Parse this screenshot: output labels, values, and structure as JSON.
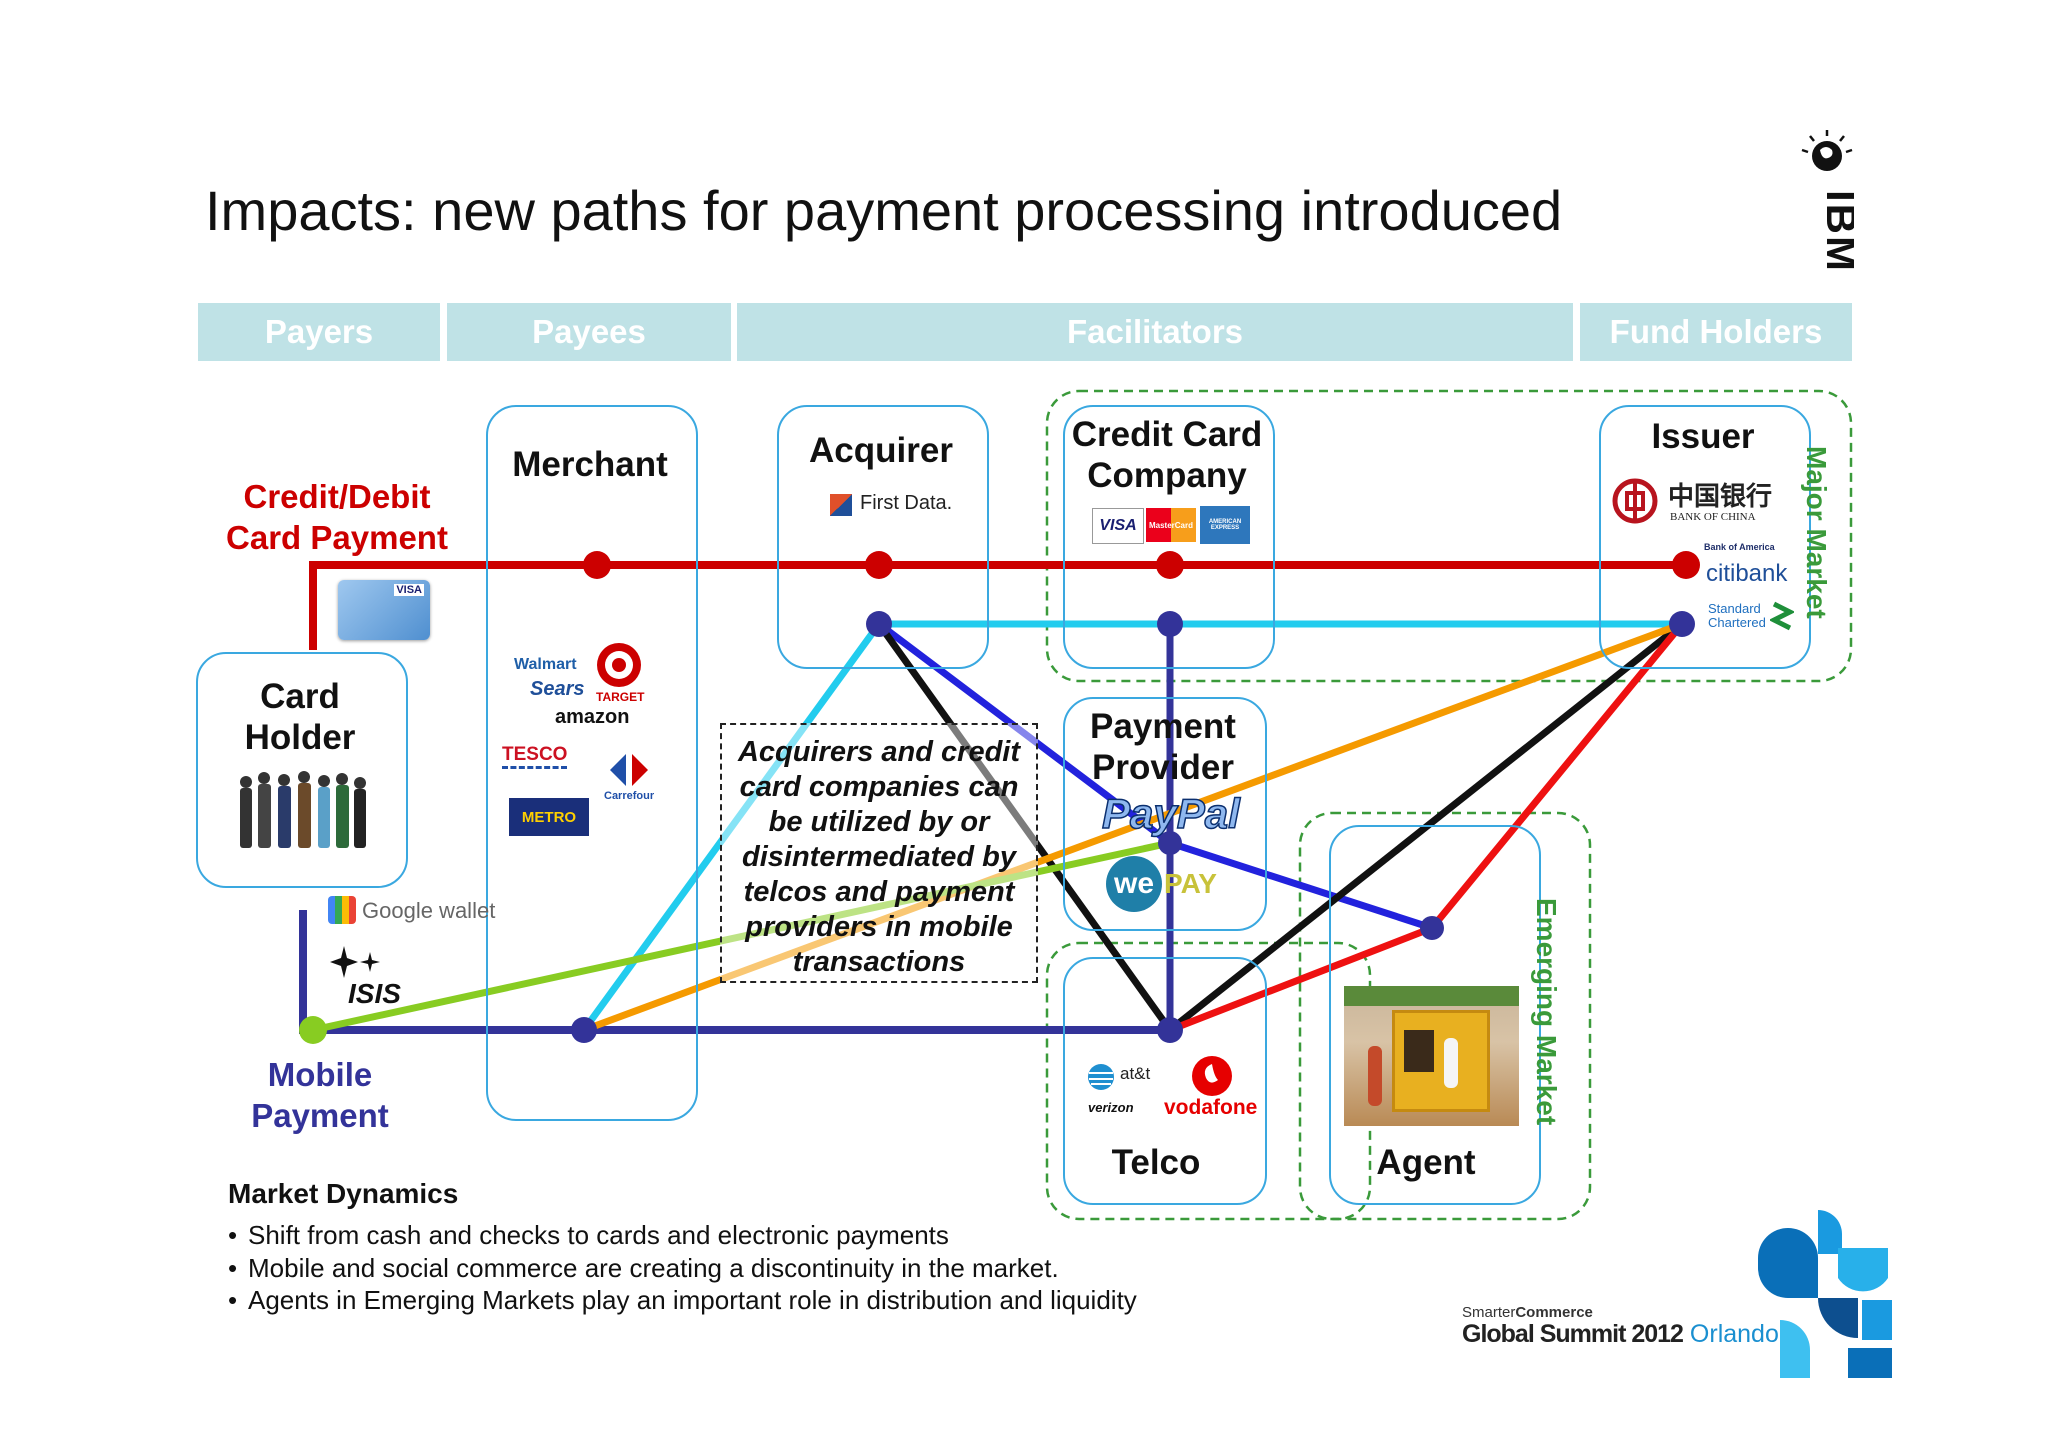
{
  "title": "Impacts: new paths for payment processing introduced",
  "brand": "IBM",
  "columns": [
    "Payers",
    "Payees",
    "Facilitators",
    "Fund Holders"
  ],
  "entities": {
    "card_holder": [
      "Card",
      "Holder"
    ],
    "merchant": "Merchant",
    "acquirer": "Acquirer",
    "credit_card_company": [
      "Credit Card",
      "Company"
    ],
    "issuer": "Issuer",
    "payment_provider": [
      "Payment",
      "Provider"
    ],
    "telco": "Telco",
    "agent": "Agent"
  },
  "paths": {
    "credit_debit": [
      "Credit/Debit",
      "Card Payment"
    ],
    "mobile": [
      "Mobile",
      "Payment"
    ]
  },
  "market_labels": {
    "major": "Major Market",
    "emerging": "Emerging Market"
  },
  "note": [
    "Acquirers and credit",
    "card companies can",
    "be utilized by or",
    "disintermediated by",
    "telcos and payment",
    "providers in mobile",
    "transactions"
  ],
  "logos": {
    "acquirer": "First Data.",
    "card_brands": [
      "VISA",
      "MasterCard",
      "AMERICAN EXPRESS"
    ],
    "issuer_boc_cn": "中国银行",
    "issuer_boc_en": "BANK OF CHINA",
    "issuer_boa": "Bank of America",
    "issuer_citi": "citibank",
    "issuer_sc": [
      "Standard",
      "Chartered"
    ],
    "merchants": [
      "Walmart",
      "Sears",
      "TARGET",
      "amazon",
      "TESCO",
      "Carrefour",
      "METRO"
    ],
    "paypal": "PayPal",
    "wepay": [
      "we",
      "PAY"
    ],
    "mobile_wallets": [
      "Google wallet",
      "ISIS"
    ],
    "telcos": [
      "at&t",
      "verizon",
      "vodafone"
    ],
    "visa_card_text": "VISA"
  },
  "market_dynamics": {
    "title": "Market Dynamics",
    "bullets": [
      "Shift from cash and checks to cards and electronic payments",
      "Mobile and social commerce are creating a discontinuity in the market.",
      "Agents in Emerging Markets play an important role in distribution and liquidity"
    ]
  },
  "footer": {
    "smarter": "Smarter",
    "commerce": "Commerce",
    "summit": "Global Summit 2012",
    "city": "Orlando"
  },
  "colors": {
    "credit_path": "#cc0000",
    "mobile_path": "#333399",
    "acquirer_route": "#22ccee",
    "major_market": "#3a9a3a",
    "header": "#bfe2e6",
    "box_border": "#3aa8e0"
  }
}
